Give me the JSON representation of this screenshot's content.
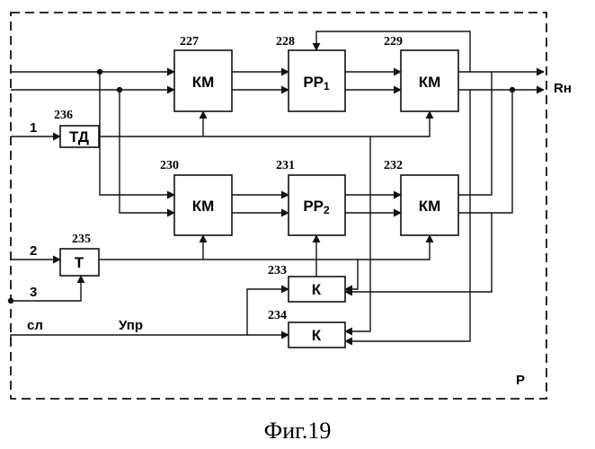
{
  "figure": {
    "caption": "Фиг.19",
    "block_label": "Р",
    "output_label": "Rн"
  },
  "blocks": {
    "b227": {
      "type": "КМ",
      "number": "227"
    },
    "b228": {
      "type": "РР",
      "sub": "1",
      "number": "228"
    },
    "b229": {
      "type": "КМ",
      "number": "229"
    },
    "b230": {
      "type": "КМ",
      "number": "230"
    },
    "b231": {
      "type": "РР",
      "sub": "2",
      "number": "231"
    },
    "b232": {
      "type": "КМ",
      "number": "232"
    },
    "b236": {
      "type": "ТД",
      "number": "236"
    },
    "b235": {
      "type": "Т",
      "number": "235"
    },
    "b233": {
      "type": "К",
      "number": "233"
    },
    "b234": {
      "type": "К",
      "number": "234"
    }
  },
  "inputs": {
    "in1": "1",
    "in2": "2",
    "in3": "3",
    "sl": "сл",
    "upr": "Упр"
  }
}
